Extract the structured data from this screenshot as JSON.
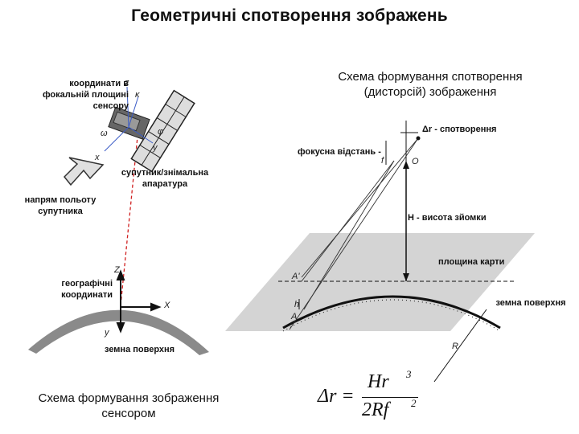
{
  "title": "Геометричні спотворення зображень",
  "left": {
    "caption": "Схема формування зображення сенсором",
    "labels": {
      "sensor_coords": "координати в фокальній площині сенсору",
      "satellite": "супутник/знімальна апаратура",
      "flight_direction": "напрям польоту супутника",
      "geo_coords": "географічні координати",
      "earth_surface": "земна поверхня"
    },
    "axes": {
      "z": "z",
      "x": "x",
      "y": "y",
      "omega": "ω",
      "phi": "φ",
      "kappa": "κ",
      "Z": "Z",
      "X": "X",
      "Y": "y"
    }
  },
  "right": {
    "caption": "Схема формування спотворення (дисторсій) зображення",
    "labels": {
      "distortion": "Δr - спотворення",
      "focal_length": "фокусна відстань -",
      "f": "f",
      "height": "H - висота зйомки",
      "map_plane": "площина карти",
      "surface": "земна поверхня",
      "O": "O",
      "A1": "A'",
      "A": "A",
      "h": "h",
      "R": "R"
    },
    "formula": {
      "lhs": "Δr =",
      "numerator": "Hr",
      "num_exp": "3",
      "denominator": "2Rf",
      "den_exp": "2"
    }
  }
}
